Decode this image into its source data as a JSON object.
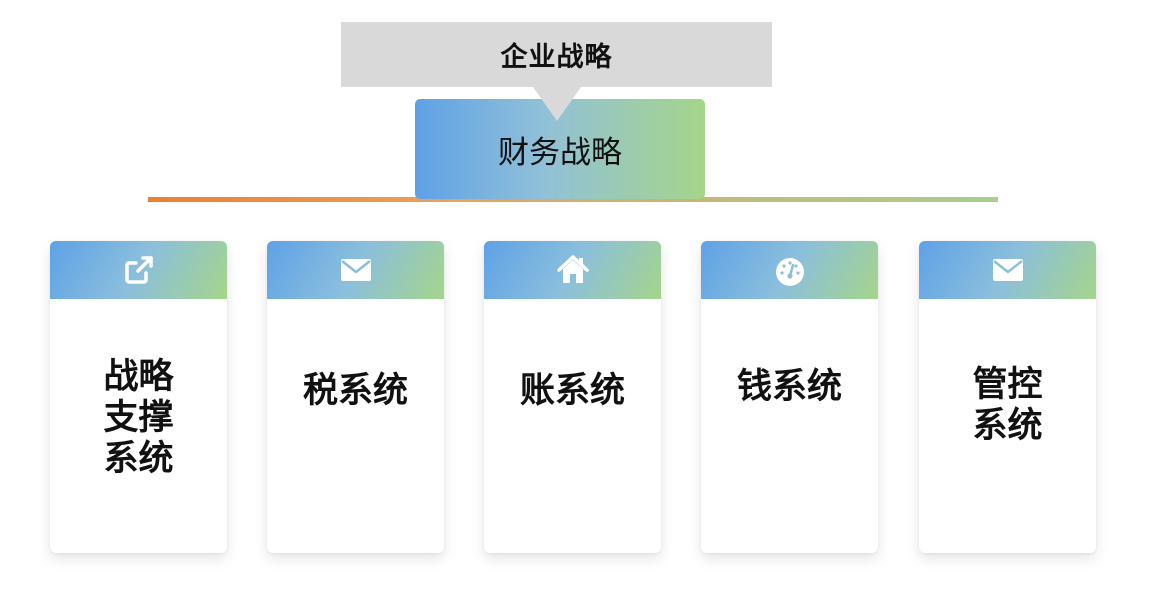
{
  "top": {
    "label": "企业战略"
  },
  "middle": {
    "label": "财务战略"
  },
  "cards": [
    {
      "icon": "external-link-icon",
      "label": "战略\n支撑\n系统"
    },
    {
      "icon": "envelope-icon",
      "label": "税系统"
    },
    {
      "icon": "home-icon",
      "label": "账系统"
    },
    {
      "icon": "speedometer-icon",
      "label": "钱系统"
    },
    {
      "icon": "envelope-icon",
      "label": "管控\n系统"
    }
  ],
  "colors": {
    "top_box": "#d9d9d9",
    "gradient_blue": "#5ea1e6",
    "gradient_green": "#a5d58a",
    "divider_orange": "#ee7f32"
  }
}
